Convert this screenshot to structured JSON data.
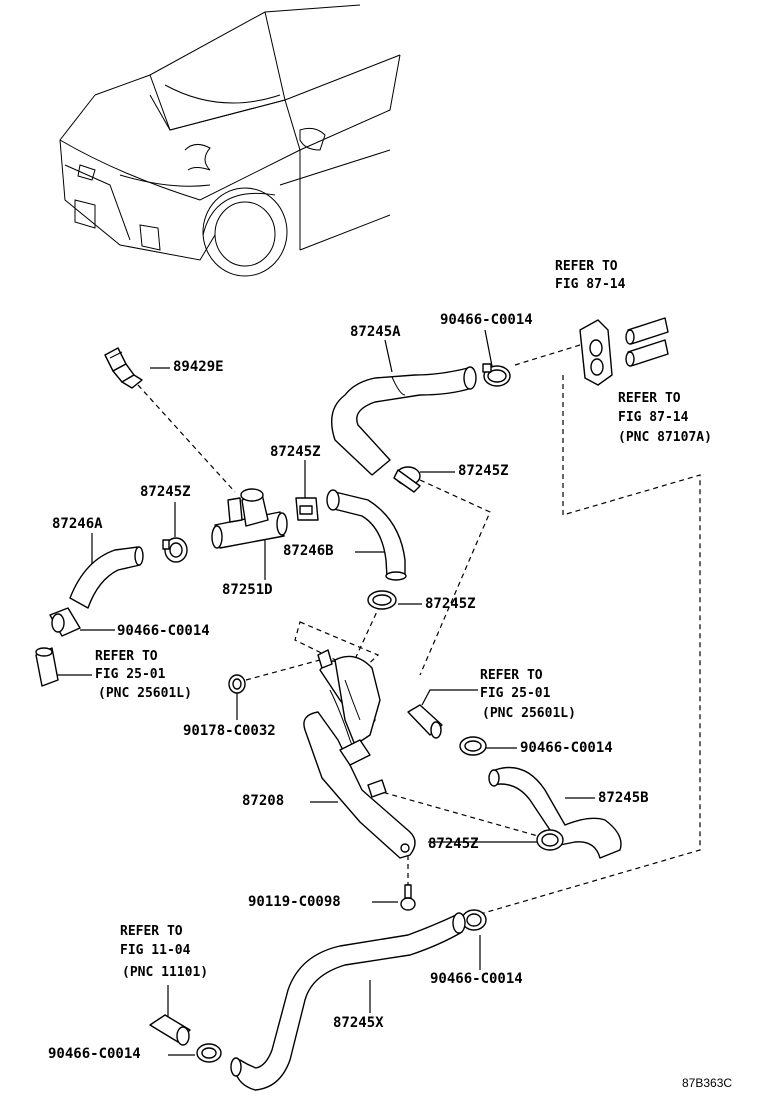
{
  "diagram_code": "87B363C",
  "parts": {
    "p89429E": "89429E",
    "p87245A": "87245A",
    "p90466_top": "90466-C0014",
    "p87245Z_upper": "87245Z",
    "p87245Z_clip": "87245Z",
    "p87245Z_left": "87245Z",
    "p87246A": "87246A",
    "p87246B": "87246B",
    "p87251D": "87251D",
    "p87245Z_mid": "87245Z",
    "p90466_left": "90466-C0014",
    "p90178": "90178-C0032",
    "p87208": "87208",
    "p90466_right": "90466-C0014",
    "p87245B": "87245B",
    "p87245Z_low": "87245Z",
    "p90119": "90119-C0098",
    "p90466_lowright": "90466-C0014",
    "p87245X": "87245X",
    "p90466_bottom": "90466-C0014"
  },
  "refs": {
    "ref_top_1": "REFER TO",
    "ref_top_2": "FIG 87-14",
    "ref_right_1": "REFER TO",
    "ref_right_2": "FIG 87-14",
    "ref_right_3": "(PNC 87107A)",
    "ref_left_1": "REFER TO",
    "ref_left_2": "FIG 25-01",
    "ref_left_3": "(PNC 25601L)",
    "ref_mid_1": "REFER TO",
    "ref_mid_2": "FIG 25-01",
    "ref_mid_3": "(PNC 25601L)",
    "ref_bot_1": "REFER TO",
    "ref_bot_2": "FIG 11-04",
    "ref_bot_3": "(PNC 11101)"
  }
}
